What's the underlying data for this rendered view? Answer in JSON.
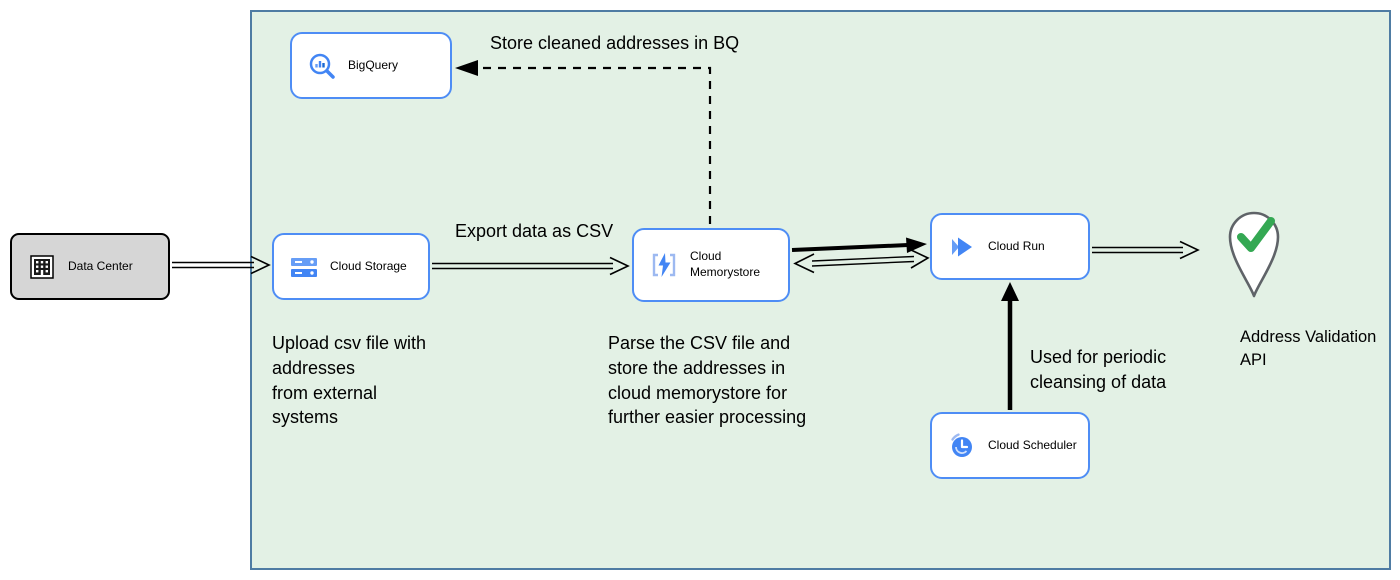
{
  "colors": {
    "gcp_blue": "#4285f4",
    "gcp_blue_light": "#9db9f1",
    "node_border_blue": "#4e8df5",
    "boundary_fill": "#e3f1e5",
    "boundary_border": "#4f7ca3",
    "check_green": "#34a853",
    "datacenter_fill": "#d6d6d6",
    "pin_outline": "#5f6368"
  },
  "nodes": {
    "data_center": {
      "label": "Data Center"
    },
    "bigquery": {
      "label": "BigQuery"
    },
    "cloud_storage": {
      "label": "Cloud Storage"
    },
    "cloud_memorystore": {
      "label": "Cloud\nMemorystore"
    },
    "cloud_run": {
      "label": "Cloud Run"
    },
    "cloud_scheduler": {
      "label": "Cloud Scheduler"
    },
    "address_validation_api": {
      "label": "Address Validation\nAPI"
    }
  },
  "annotations": {
    "store_cleaned_bq": "Store cleaned addresses in BQ",
    "export_csv": "Export data as CSV",
    "upload_csv": "Upload csv file with\naddresses\nfrom external\nsystems",
    "parse_csv": "Parse the CSV file and\nstore the addresses in\ncloud  memorystore for\nfurther easier processing",
    "periodic_cleansing": "Used for periodic\ncleansing of data"
  }
}
